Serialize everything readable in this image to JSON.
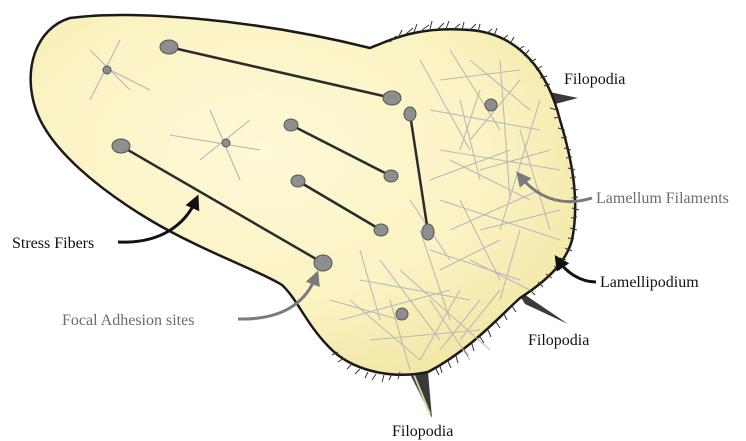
{
  "labels": {
    "filopodia_top": "Filopodia",
    "lamellum_filaments": "Lamellum Filaments",
    "lamellipodium": "Lamellipodium",
    "filopodia_right": "Filopodia",
    "filopodia_bottom": "Filopodia",
    "stress_fibers": "Stress Fibers",
    "focal_adhesion_sites": "Focal Adhesion sites"
  },
  "colors": {
    "cell_fill_center": "#fdf8cf",
    "cell_fill_edge": "#f3e9a8",
    "cell_outline": "#1a1a1a",
    "stress_fiber": "#2b2b2b",
    "adhesion_site": "#8e8e8e",
    "mesh_filament": "#b9b9b9",
    "dark_label": "#111111",
    "grey_label": "#6b6b6b"
  }
}
